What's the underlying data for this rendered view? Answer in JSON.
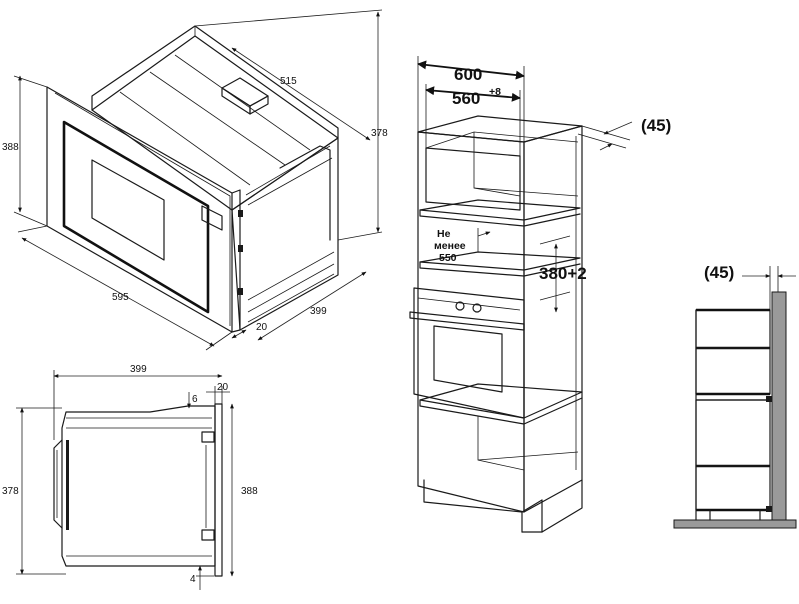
{
  "oven_iso_view": {
    "labels": {
      "width": "595",
      "height": "388",
      "body_height": "378",
      "top_depth": "515",
      "depth": "399",
      "frame_depth": "20"
    }
  },
  "oven_side_view": {
    "labels": {
      "depth": "399",
      "frame_thickness": "20",
      "top_gap": "6",
      "body_height": "378",
      "overall_height": "388",
      "bottom_gap": "4"
    }
  },
  "cabinet_view": {
    "labels": {
      "outer_width": "600",
      "inner_width_base": "560",
      "inner_width_tolerance": "+8",
      "rear_gap": "(45)",
      "niche_height": "380+2",
      "min_depth_line1": "Не",
      "min_depth_line2": "менее",
      "min_depth_line3": "550"
    }
  },
  "cabinet_section_view": {
    "labels": {
      "rear_gap": "(45)"
    }
  }
}
